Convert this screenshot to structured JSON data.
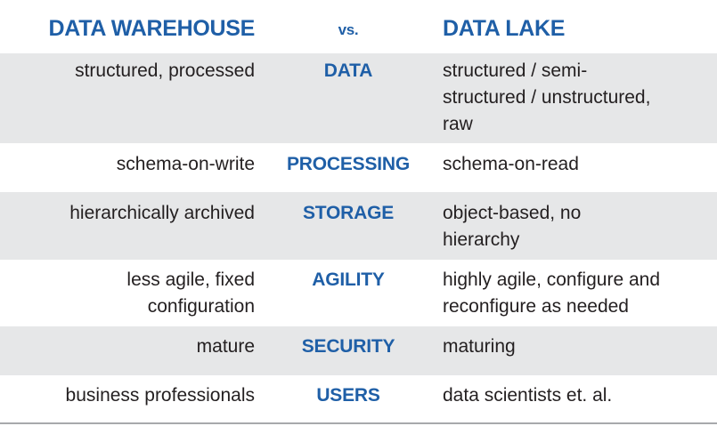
{
  "header": {
    "left": "DATA WAREHOUSE",
    "middle": "vs.",
    "right": "DATA LAKE"
  },
  "rows": [
    {
      "category": "DATA",
      "warehouse": "structured, processed",
      "lake_lines": [
        "structured / semi-",
        "structured / unstructured,",
        "raw"
      ]
    },
    {
      "category": "PROCESSING",
      "warehouse": "schema-on-write",
      "lake_lines": [
        "schema-on-read"
      ]
    },
    {
      "category": "STORAGE",
      "warehouse": "hierarchically archived",
      "lake_lines": [
        "object-based, no",
        "hierarchy"
      ]
    },
    {
      "category": "AGILITY",
      "warehouse_lines": [
        "less agile, fixed",
        "configuration"
      ],
      "lake_lines": [
        "highly agile, configure and",
        "reconfigure as needed"
      ]
    },
    {
      "category": "SECURITY",
      "warehouse": "mature",
      "lake_lines": [
        "maturing"
      ]
    },
    {
      "category": "USERS",
      "warehouse": "business professionals",
      "lake_lines": [
        "data scientists et. al."
      ]
    }
  ],
  "colors": {
    "accent": "#1f5fa7",
    "shade": "#e6e7e8",
    "text": "#231f20",
    "rule": "#a7a9ac"
  }
}
